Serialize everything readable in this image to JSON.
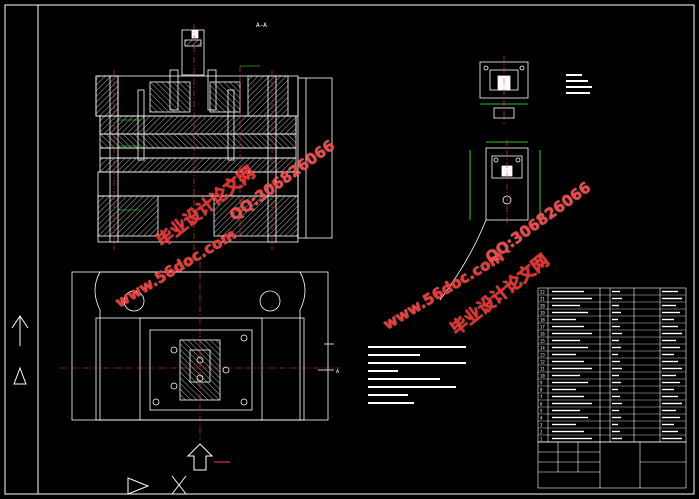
{
  "drawing": {
    "section_label": "A—A",
    "section_marker": "A",
    "arrow_label_left": "A",
    "arrow_label_right": "A"
  },
  "part_numbers": [
    "22",
    "21",
    "20",
    "19",
    "18",
    "17",
    "16",
    "15",
    "14",
    "13",
    "12",
    "11",
    "10",
    "9",
    "8",
    "7",
    "6",
    "5",
    "4",
    "3",
    "2",
    "1"
  ],
  "watermarks": {
    "site": "www.56doc.com",
    "qq": "QQ:306826066",
    "brand": "毕业设计论文网"
  },
  "colors": {
    "background": "#000000",
    "lines": "#ffffff",
    "hatch": "#ffffff",
    "center_lines": "#ff4040",
    "dim_lines": "#40ff40",
    "watermark": "#ff3030"
  }
}
